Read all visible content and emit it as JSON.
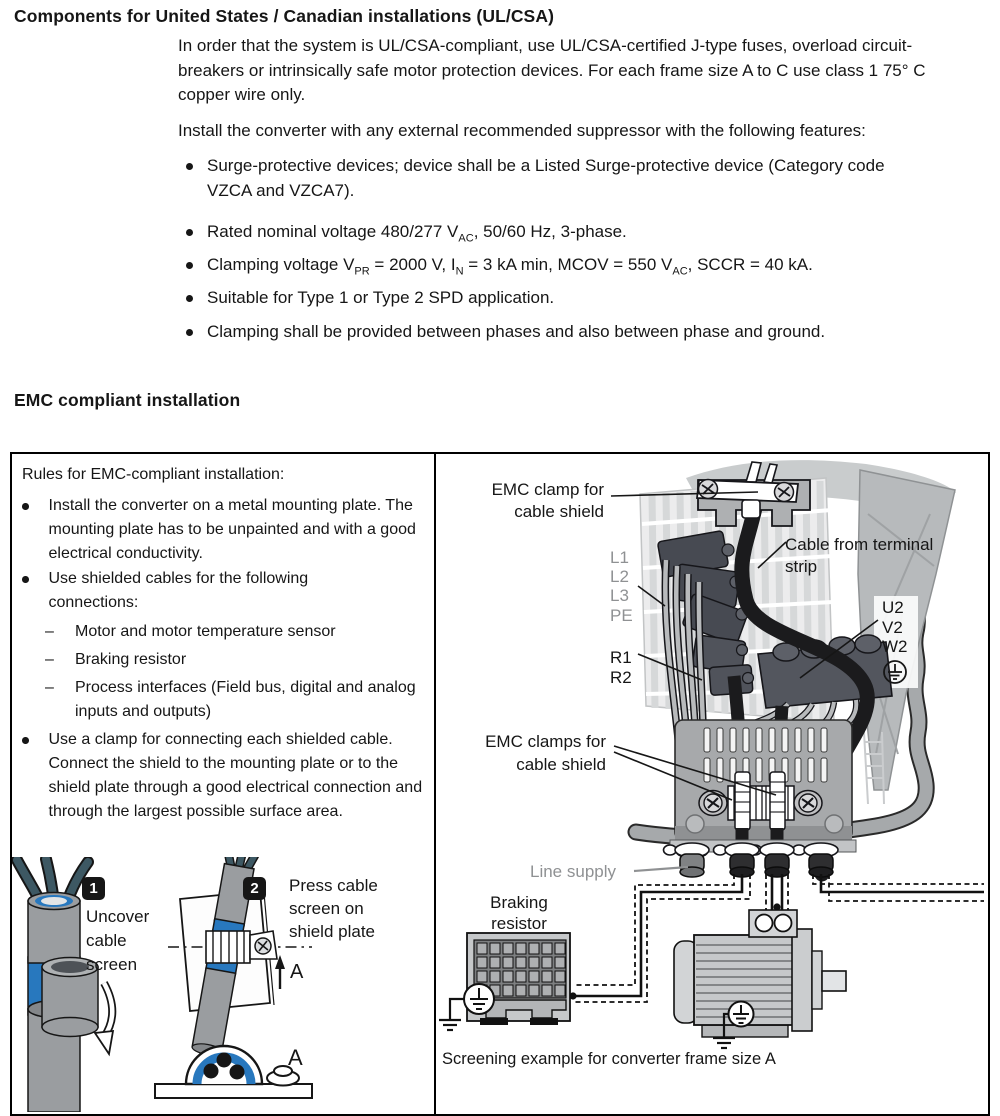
{
  "doc": {
    "h1": "Components for United States / Canadian installations (UL/CSA)",
    "p1": "In order that the system is UL/CSA-compliant, use UL/CSA-certified J-type fuses, overload circuit-breakers or intrinsically safe motor protection devices. For each frame size A to C use class 1 75° C copper wire only.",
    "p2": "Install the converter with any external recommended suppressor with the following features:",
    "bullets": {
      "b1": "Surge-protective devices; device shall be a Listed Surge-protective device (Category code VZCA and VZCA7).",
      "b2_pre": "Rated nominal voltage 480/277 V",
      "b2_sub": "AC",
      "b2_post": ", 50/60 Hz, 3-phase.",
      "b3_p1": "Clamping voltage V",
      "b3_s1": "PR",
      "b3_p2": " = 2000 V, I",
      "b3_s2": "N",
      "b3_p3": " = 3 kA min, MCOV = 550 V",
      "b3_s3": "AC",
      "b3_p4": ", SCCR = 40 kA.",
      "b4": "Suitable for Type 1 or Type 2 SPD application.",
      "b5": "Clamping shall be provided between phases and also between phase and ground."
    },
    "h2": "EMC compliant installation"
  },
  "figure": {
    "left": {
      "title": "Rules for EMC-compliant installation:",
      "b1": "Install the converter on a metal mounting plate. The mounting plate has to be unpainted and with a good electrical conductivity.",
      "b2": "Use shielded cables for the following connections:",
      "b2_dash": "–",
      "sub1": "Motor and motor temperature sensor",
      "sub2": "Braking resistor",
      "sub3": "Process interfaces (Field bus, digital and analog inputs and outputs)",
      "b3": "Use a clamp for connecting each shielded cable. Connect the shield to the mounting plate or to the shield plate through a good electrical connection and through the largest possible surface area.",
      "step1_num": "1",
      "step1_label": "Uncover cable screen",
      "step2_num": "2",
      "step2_label": "Press cable screen on shield plate",
      "arrow_label": "A",
      "section_label": "A"
    },
    "right": {
      "label_emc_clamp": "EMC clamp for cable shield",
      "label_cable_from": "Cable from terminal strip",
      "t_line1": "L1",
      "t_line2": "L2",
      "t_line3": "L3",
      "t_pe": "PE",
      "t_r1": "R1",
      "t_r2": "R2",
      "t_u2": "U2",
      "t_v2": "V2",
      "t_w2": "W2",
      "label_emc_clamps": "EMC clamps for cable shield",
      "label_line_supply": "Line supply",
      "label_braking": "Braking resistor",
      "caption": "Screening example for converter frame size A"
    },
    "colors": {
      "blue": "#2878be",
      "cable_gray": "#9a9da0",
      "wire_dark": "#3d5863",
      "label_gray": "#8f9193"
    }
  }
}
